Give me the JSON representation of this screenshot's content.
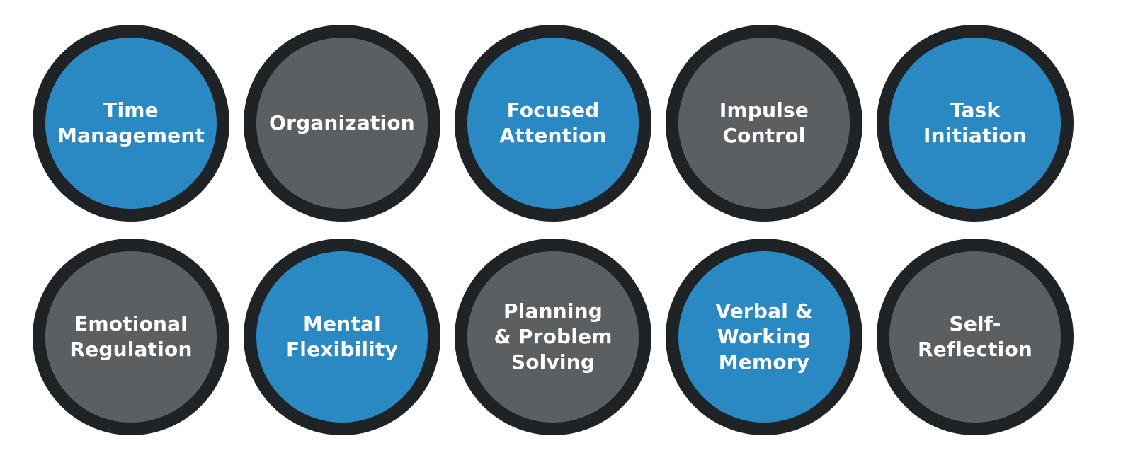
{
  "skills": [
    {
      "label": "Time\nManagement",
      "color": "blue"
    },
    {
      "label": "Organization",
      "color": "gray"
    },
    {
      "label": "Focused\nAttention",
      "color": "blue"
    },
    {
      "label": "Impulse\nControl",
      "color": "gray"
    },
    {
      "label": "Task\nInitiation",
      "color": "blue"
    },
    {
      "label": "Emotional\nRegulation",
      "color": "gray"
    },
    {
      "label": "Mental\nFlexibility",
      "color": "blue"
    },
    {
      "label": "Planning\n& Problem\nSolving",
      "color": "gray"
    },
    {
      "label": "Verbal &\nWorking\nMemory",
      "color": "blue"
    },
    {
      "label": "Self-\nReflection",
      "color": "gray"
    }
  ],
  "colors": {
    "blue": "#2a88c3",
    "gray": "#5b5f62",
    "ring": "#1f2326",
    "text": "#ffffff"
  }
}
